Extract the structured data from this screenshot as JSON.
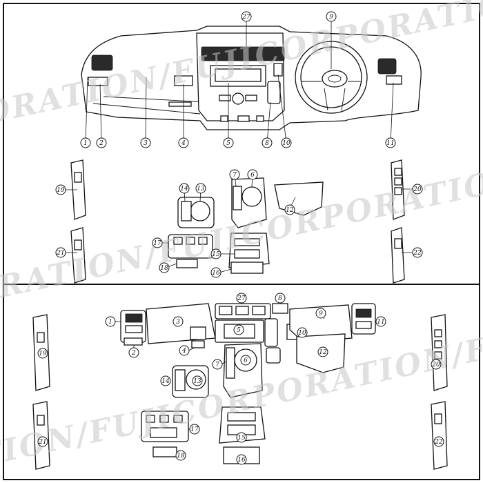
{
  "watermark": "ORATION/FUJICORPORATION/FUJICORPORATION/FUJICORPORATION/FUJICOR",
  "callouts": [
    "1",
    "2",
    "3",
    "4",
    "5",
    "6",
    "7",
    "8",
    "9",
    "10",
    "11",
    "12",
    "13",
    "14",
    "15",
    "16",
    "17",
    "18",
    "19",
    "20",
    "21",
    "22",
    "27"
  ],
  "colors": {
    "line": "#111111",
    "watermark": "#c8c8c8",
    "background": "#ffffff"
  }
}
